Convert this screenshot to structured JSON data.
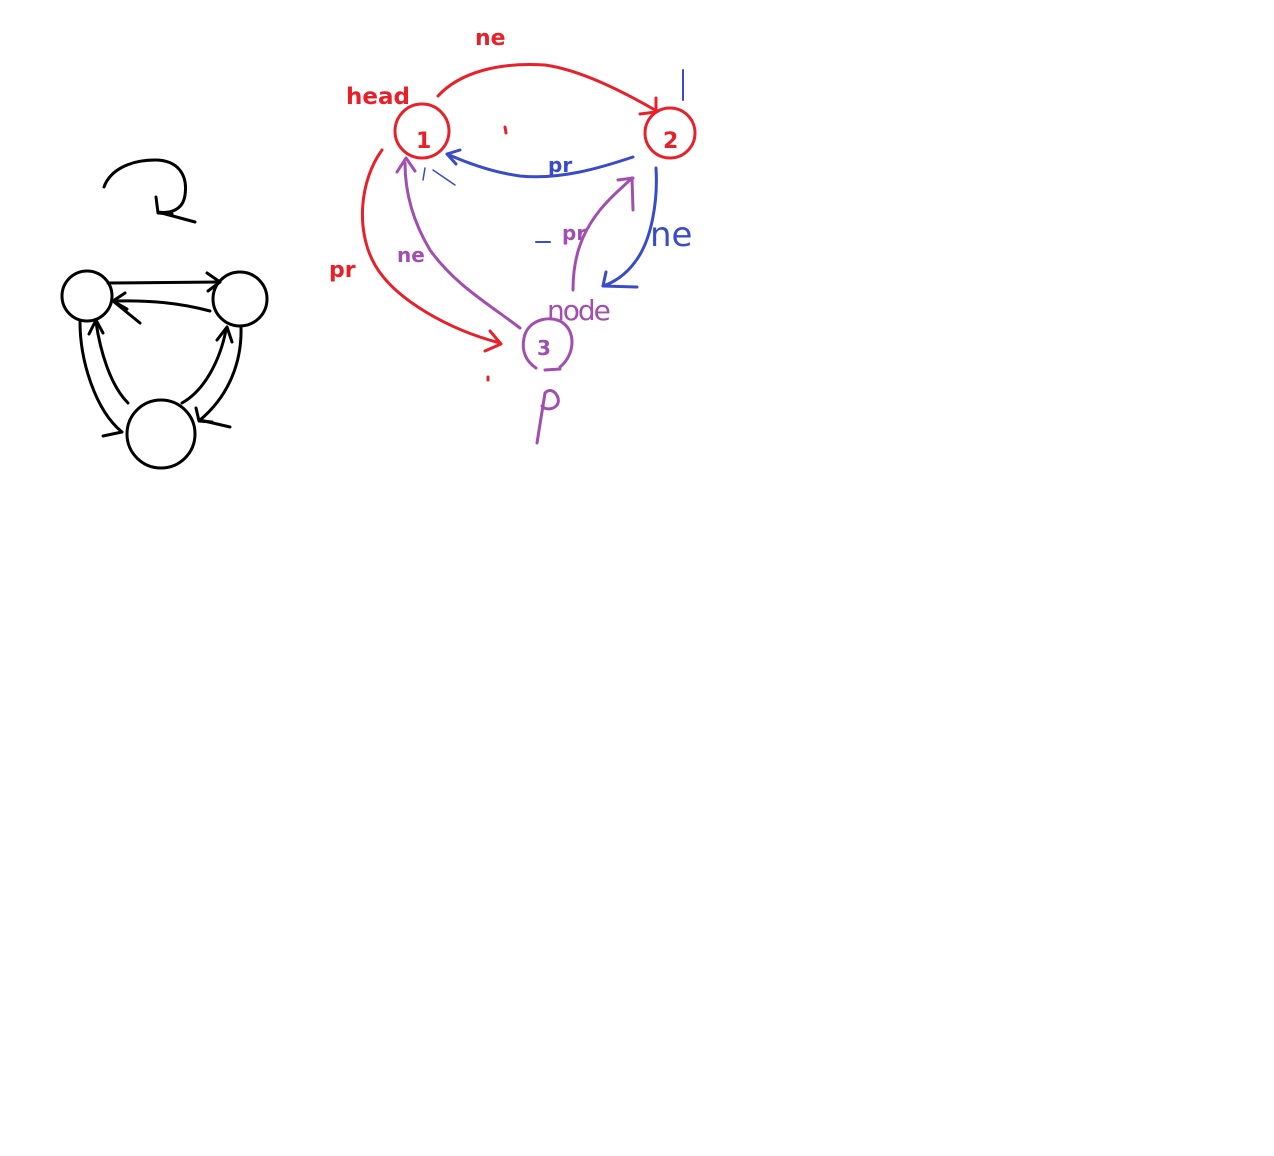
{
  "colors": {
    "ink": "#000000",
    "red": "#e8202a",
    "blue": "#3a4bc8",
    "purple": "#a24db0"
  },
  "nodes": {
    "node_1": "1",
    "node_2": "2",
    "node_3": "3"
  },
  "labels": {
    "head": "head",
    "top_ne": "ne",
    "left_pr": "pr",
    "blue_pr": "pr",
    "purple_ne": "ne",
    "purple_pr": "pr",
    "blue_ne": "ne",
    "purple_node": "node",
    "purple_p": "p"
  }
}
